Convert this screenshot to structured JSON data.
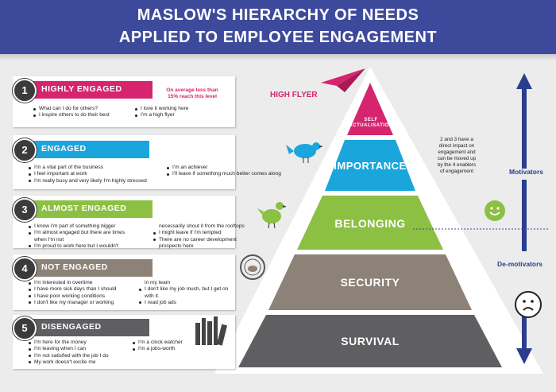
{
  "header": {
    "title_line1": "MASLOW'S HIERARCHY OF NEEDS",
    "title_line2": "APPLIED TO EMPLOYEE ENGAGEMENT"
  },
  "colors": {
    "header_bg": "#3d4a9b",
    "highly_engaged": "#d6246e",
    "engaged": "#1aa6dc",
    "almost_engaged": "#8cc043",
    "not_engaged": "#8c8278",
    "disengaged": "#5f5f62"
  },
  "levels": [
    {
      "num": "1",
      "label": "HIGHLY ENGAGED",
      "icon": "paper-plane-icon",
      "note": [
        "On average less than",
        "15% reach this level"
      ],
      "badge": "HIGH FLYER",
      "col1": [
        "What can I do for others?",
        "I inspire others to do their best"
      ],
      "col2": [
        "I love it working here",
        "I'm a high flyer"
      ]
    },
    {
      "num": "2",
      "label": "ENGAGED",
      "icon": "bird-icon",
      "col1": [
        "I'm a vital part of the business",
        "I feel important at work",
        "I'm really busy and very likely I'm highly stressed"
      ],
      "col2": [
        "I'm an achiever",
        "I'll leave if something much better comes along"
      ]
    },
    {
      "num": "3",
      "label": "ALMOST ENGAGED",
      "icon": "chicken-icon",
      "col1": [
        "I know I'm part of something bigger",
        "I'm almost engaged but there are times",
        "when I'm not",
        "I'm proud to work here but I wouldn't"
      ],
      "col2": [
        "necessarily shout it from the rooftops",
        "I might leave if I'm tempted",
        "There are no career development",
        "prospects here"
      ]
    },
    {
      "num": "4",
      "label": "NOT ENGAGED",
      "icon": "hamster-wheel-icon",
      "col1": [
        "I'm interested in overtime",
        "I have more sick days than I should",
        "I have poor working conditions",
        "I don't like my manager or working"
      ],
      "col2": [
        "in my team",
        "I don't like my job much, but I get on",
        "with it.",
        "I read job ads"
      ]
    },
    {
      "num": "5",
      "label": "DISENGAGED",
      "icon": "books-icon",
      "col1": [
        "I'm here for the money",
        "I'm leaving when I can",
        "I'm not satisfied with the job I do",
        "My work doesn't excite me"
      ],
      "col2": [
        "I'm a clock watcher",
        "I'm a jobs-worth"
      ]
    }
  ],
  "pyramid": {
    "top": [
      "SELF",
      "ACTUALISATION"
    ],
    "tiers": [
      "IMPORTANCE",
      "BELONGING",
      "SECURITY",
      "SURVIVAL"
    ]
  },
  "side": {
    "note": [
      "2 and 3 have a",
      "direct impact on",
      "engagement and",
      "can be moved up",
      "by the 4 enablers",
      "of engagement"
    ],
    "motivators": "Motivators",
    "demotivators": "De-motivators"
  }
}
